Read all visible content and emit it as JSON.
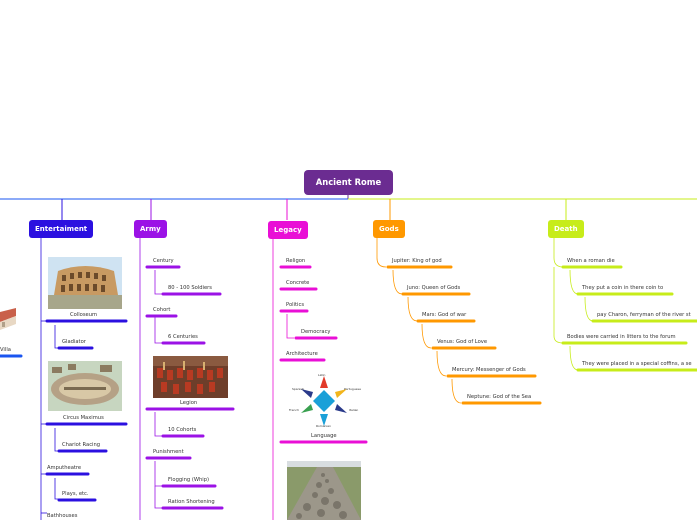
{
  "root": {
    "label": "Ancient Rome"
  },
  "colors": {
    "root": "#6b2c91",
    "entertainment": "#2b10e0",
    "army": "#9b12e6",
    "legacy": "#e90fd6",
    "gods": "#ff9800",
    "death": "#c7ec1a",
    "left": "#1a55f0"
  },
  "left_stub": {
    "label": "Villa"
  },
  "entertainment": {
    "label": "Entertaiment",
    "items": [
      "Colloseum",
      "Gladiator",
      "Circus Maximus",
      "Chariot Racing",
      "Amputheatre",
      "Plays, etc.",
      "Bathhouses"
    ]
  },
  "army": {
    "label": "Army",
    "items": [
      "Century",
      "80 - 100 Soldiers",
      "Cohort",
      "6 Centuries",
      "Legion",
      "10 Cohorts",
      "Punishment",
      "Flogging (Whip)",
      "Ration Shortening"
    ]
  },
  "legacy": {
    "label": "Legacy",
    "items": [
      "Religon",
      "Concrete",
      "Politics",
      "Democracy",
      "Architecture",
      "Language"
    ],
    "language_diagram": [
      "Latin",
      "Spanish",
      "Portuguese",
      "French",
      "Italian",
      "Romanian"
    ]
  },
  "gods": {
    "label": "Gods",
    "items": [
      "Jupiter: King of god",
      "Juno: Queen of Gods",
      "Mars: God of war",
      "Venus: God of Love",
      "Mercury: Messenger of Gods",
      "Neptune: God of the Sea"
    ]
  },
  "death": {
    "label": "Death",
    "items": [
      "When a roman die",
      "They put a coin in there coin to",
      "pay Charon, ferryman of the river st",
      "Bodies were carried in litters to the forum",
      "They were placed in a special coffins, a se"
    ]
  }
}
